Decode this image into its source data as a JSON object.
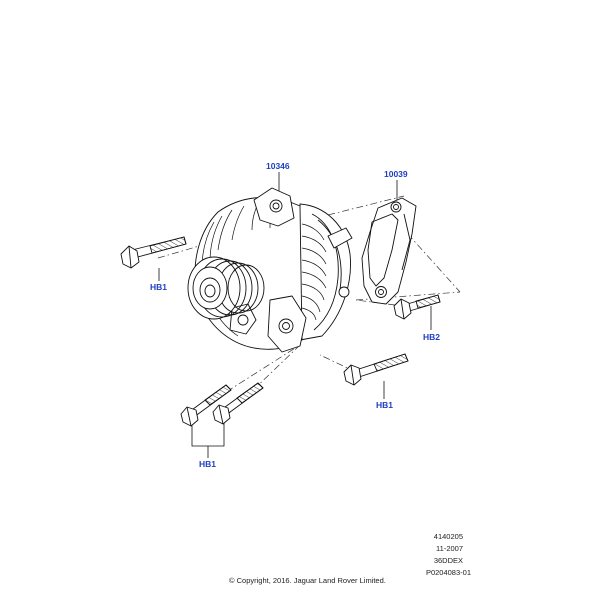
{
  "callouts": {
    "alternator": "10346",
    "bracket": "10039",
    "bolt_left": "HB1",
    "bolt_bracket": "HB2",
    "bolt_right": "HB1",
    "bolts_bottom": "HB1"
  },
  "footer": {
    "line1": "4140205",
    "line2": "11-2007",
    "line3": "36DDEX",
    "line4": "P0204083-01",
    "copyright": "© Copyright, 2016. Jaguar Land Rover Limited."
  },
  "colors": {
    "callout": "#1f3fbf",
    "line": "#111111"
  }
}
